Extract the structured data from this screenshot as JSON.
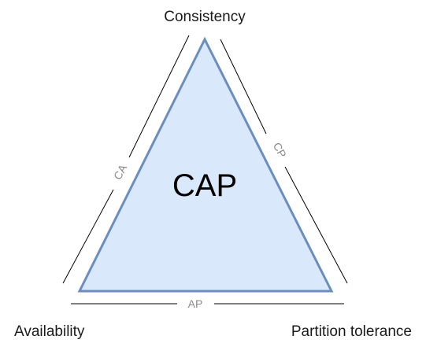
{
  "diagram": {
    "center_label": "CAP",
    "vertices": {
      "top": "Consistency",
      "bottom_left": "Availability",
      "bottom_right": "Partition tolerance"
    },
    "sides": {
      "left": "CA",
      "right": "CP",
      "bottom": "AP"
    }
  },
  "colors": {
    "triangle_fill": "#dae8fc",
    "triangle_stroke": "#6c8ebf",
    "guide_line": "#000000",
    "side_label": "#8a8a8a"
  }
}
